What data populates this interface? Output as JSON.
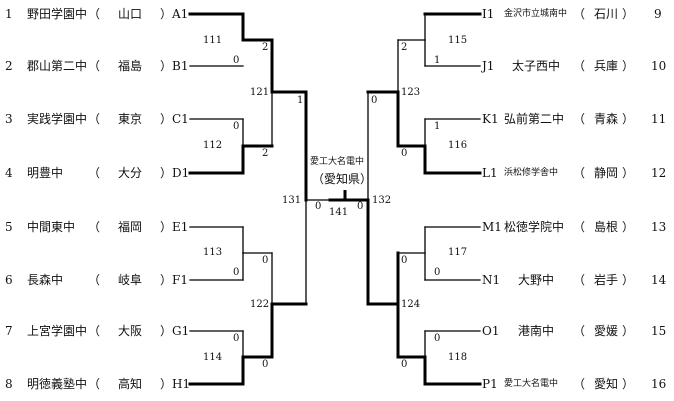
{
  "left_entries": [
    {
      "num": "1",
      "school": "野田学園中",
      "paren_open": "（",
      "pref": "山口",
      "paren_close": "）",
      "code": "A1"
    },
    {
      "num": "2",
      "school": "郡山第二中",
      "paren_open": "（",
      "pref": "福島",
      "paren_close": "）",
      "code": "B1"
    },
    {
      "num": "3",
      "school": "実践学園中",
      "paren_open": "（",
      "pref": "東京",
      "paren_close": "）",
      "code": "C1"
    },
    {
      "num": "4",
      "school": "明豊中",
      "paren_open": "（",
      "pref": "大分",
      "paren_close": "）",
      "code": "D1"
    },
    {
      "num": "5",
      "school": "中間東中",
      "paren_open": "（",
      "pref": "福岡",
      "paren_close": "）",
      "code": "E1"
    },
    {
      "num": "6",
      "school": "長森中",
      "paren_open": "（",
      "pref": "岐阜",
      "paren_close": "）",
      "code": "F1"
    },
    {
      "num": "7",
      "school": "上宮学園中",
      "paren_open": "（",
      "pref": "大阪",
      "paren_close": "）",
      "code": "G1"
    },
    {
      "num": "8",
      "school": "明徳義塾中",
      "paren_open": "（",
      "pref": "高知",
      "paren_close": "）",
      "code": "H1"
    }
  ],
  "right_entries": [
    {
      "code": "I1",
      "school": "金沢市立城南中",
      "paren_open": "（",
      "pref": "石川",
      "paren_close": "）",
      "num": "9"
    },
    {
      "code": "J1",
      "school": "太子西中",
      "paren_open": "（",
      "pref": "兵庫",
      "paren_close": "）",
      "num": "10"
    },
    {
      "code": "K1",
      "school": "弘前第二中",
      "paren_open": "（",
      "pref": "青森",
      "paren_close": "）",
      "num": "11"
    },
    {
      "code": "L1",
      "school": "浜松修学舎中",
      "paren_open": "（",
      "pref": "静岡",
      "paren_close": "）",
      "num": "12"
    },
    {
      "code": "M1",
      "school": "松徳学院中",
      "paren_open": "（",
      "pref": "島根",
      "paren_close": "）",
      "num": "13"
    },
    {
      "code": "N1",
      "school": "大野中",
      "paren_open": "（",
      "pref": "岩手",
      "paren_close": "）",
      "num": "14"
    },
    {
      "code": "O1",
      "school": "港南中",
      "paren_open": "（",
      "pref": "愛媛",
      "paren_close": "）",
      "num": "15"
    },
    {
      "code": "P1",
      "school": "愛工大名電中",
      "paren_open": "（",
      "pref": "愛知",
      "paren_close": "）",
      "num": "16"
    }
  ],
  "match_numbers": {
    "m111": "111",
    "m112": "112",
    "m113": "113",
    "m114": "114",
    "m115": "115",
    "m116": "116",
    "m117": "117",
    "m118": "118",
    "m121": "121",
    "m122": "122",
    "m123": "123",
    "m124": "124",
    "m131": "131",
    "m132": "132",
    "m141": "141"
  },
  "scores": {
    "m111_winner": "2",
    "m111_loser": "0",
    "m112_loser": "0",
    "m112_winner": "2",
    "m113_winner": "0",
    "m113_loser": "0",
    "m114_winner": "0",
    "m114_loser": "0",
    "m115_winner": "2",
    "m115_loser": "1",
    "m116_winner": "1",
    "m116_loser": "0",
    "m117_winner": "0",
    "m117_loser": "0",
    "m118_winner": "0",
    "m118_loser": "0",
    "m121_top": "1",
    "m123_top": "0",
    "m131_final": "0",
    "m132_final": "0"
  },
  "champion": {
    "school": "愛工大名電中",
    "pref": "（愛知県）"
  }
}
